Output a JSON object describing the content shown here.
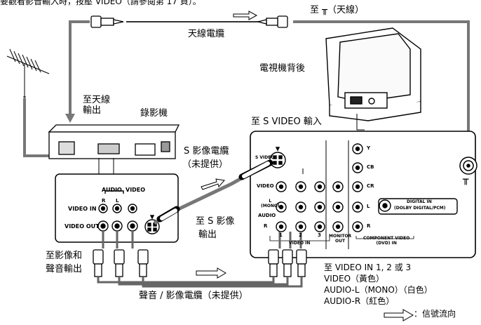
{
  "header": {
    "top_line": "要觀看影音輸入時，按壓 VIDEO（請參閱第 17 頁）。"
  },
  "labels": {
    "to_antenna_terminal": "至 ╥（天線）",
    "antenna_cable": "天線電纜",
    "tv_rear": "電視機背後",
    "to_antenna_output": "至天線\n輸出",
    "vcr": "錄影機",
    "to_s_video_input": "至 S VIDEO 輸入",
    "s_video_cable_line1": "S 影像電纜",
    "s_video_cable_line2": "（未提供）",
    "to_s_video_out_line1": "至 S 影像",
    "to_s_video_out_line2": "輸出",
    "to_av_out_line1": "至影像和",
    "to_av_out_line2": "聲音輸出",
    "av_cable": "聲音 / 影像電纜（未提供）",
    "to_video_in": "至 VIDEO IN 1, 2 或 3",
    "video_yellow": "VIDEO（黃色）",
    "audio_l_white": "AUDIO-L（MONO）（白色）",
    "audio_r_red": "AUDIO-R（紅色）",
    "signal_flow": "：信號流向",
    "antenna_symbol": "╥"
  },
  "vcr_panel": {
    "audio": "AUDIO",
    "video": "VIDEO",
    "r": "R",
    "l": "L",
    "video_in": "VIDEO IN",
    "video_out": "VIDEO OUT"
  },
  "tv_panel": {
    "s_video": "S VIDEO",
    "video": "VIDEO",
    "l_mono": "L\n(MONO)",
    "audio": "AUDIO",
    "r": "R",
    "n1": "1",
    "n2": "2",
    "n3": "3",
    "video_in": "VIDEO IN",
    "monitor_out": "MONITOR\nOUT",
    "y": "Y",
    "cb": "CB",
    "cr": "CR",
    "cl": "L",
    "cr2": "R",
    "digital_in": "DIGITAL IN",
    "dolby": "(DOLBY DIGITAL/PCM)",
    "component": "COMPONENT VIDEO\n(DVD) IN"
  }
}
